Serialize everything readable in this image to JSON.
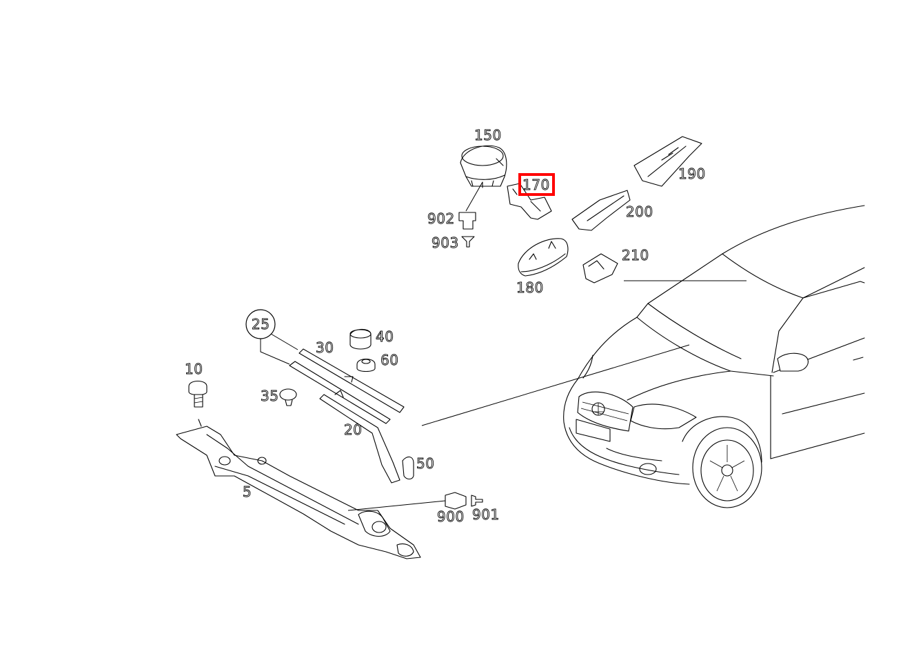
{
  "diagram": {
    "highlight_color": "#ff0000",
    "highlighted_part": "170",
    "labels": {
      "p150": "150",
      "p170": "170",
      "p190": "190",
      "p200": "200",
      "p902": "902",
      "p903": "903",
      "p210": "210",
      "p180": "180",
      "p25": "25",
      "p30": "30",
      "p40": "40",
      "p60": "60",
      "p10": "10",
      "p35": "35",
      "p20": "20",
      "p50": "50",
      "p5": "5",
      "p900": "900",
      "p901": "901"
    }
  }
}
